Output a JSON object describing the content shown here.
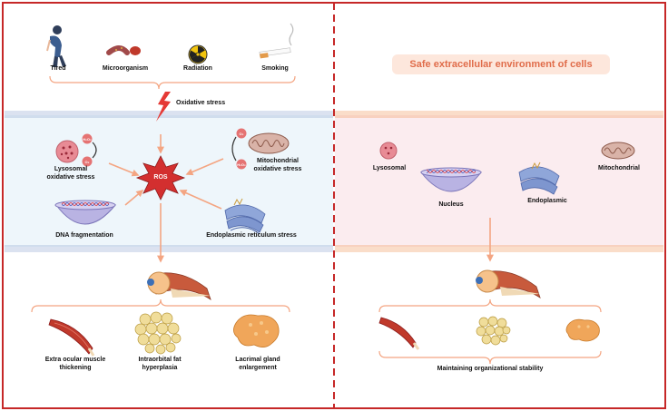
{
  "top_factors": {
    "tired": "Tired",
    "microorganism": "Microorganism",
    "radiation": "Radiation",
    "smoking": "Smoking"
  },
  "oxidative_stress": "Oxidative stress",
  "ros": "ROS",
  "left_sources": {
    "lysosomal_stress": "Lysosomal\noxidative stress",
    "mitochondrial_stress": "Mitochondrial\noxidative stress",
    "dna_fragmentation": "DNA fragmentation",
    "er_stress": "Endoplasmic reticulum stress"
  },
  "molecule_labels": {
    "h2o2": "H₂O₂",
    "o2": "O₂"
  },
  "left_outcomes": {
    "muscle": "Extra ocular muscle\nthickening",
    "fat": "Intraorbital fat\nhyperplasia",
    "lacrimal": "Lacrimal gland\nenlargement"
  },
  "safe_environment": "Safe extracellular environment of cells",
  "right_organelles": {
    "lysosomal": "Lysosomal",
    "nucleus": "Nucleus",
    "endoplasmic": "Endoplasmic",
    "mitochondrial": "Mitochondrial"
  },
  "right_outcome": "Maintaining organizational stability",
  "colors": {
    "border_red": "#c62828",
    "arrow_orange": "#f4a582",
    "membrane_blue": "#9fb3d6",
    "membrane_orange": "#f2a46f",
    "left_cell_bg": "#eef6fb",
    "right_cell_bg": "#fbecef"
  }
}
